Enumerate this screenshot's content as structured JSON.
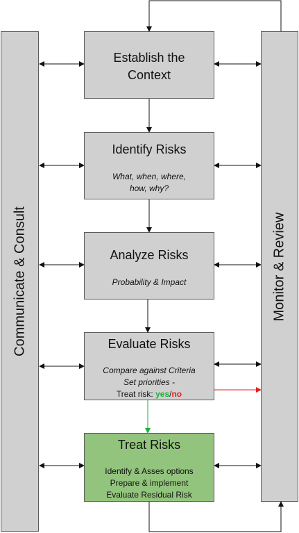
{
  "colors": {
    "box_fill": "#d0d0d0",
    "treat_fill": "#93c47d",
    "border": "#5b5b5b",
    "connector": "#111111",
    "yes_color": "#1fae3a",
    "no_color": "#e0201a"
  },
  "left_column": {
    "label": "Communicate & Consult"
  },
  "right_column": {
    "label": "Monitor & Review"
  },
  "steps": [
    {
      "title_line1": "Establish the",
      "title_line2": "Context"
    },
    {
      "title": "Identify Risks",
      "subtitle_line1": "What, when, where,",
      "subtitle_line2": "how, why?"
    },
    {
      "title": "Analyze Risks",
      "subtitle": "Probability & Impact"
    },
    {
      "title": "Evaluate Risks",
      "subtitle_line1": "Compare against Criteria",
      "subtitle_line2": "Set priorities -",
      "treat_prefix": "Treat risk: ",
      "yes": "yes",
      "slash": "/",
      "no": "no"
    },
    {
      "title": "Treat Risks",
      "lines": [
        "Identify & Asses options",
        "Prepare & implement",
        "Evaluate Residual Risk"
      ]
    }
  ]
}
